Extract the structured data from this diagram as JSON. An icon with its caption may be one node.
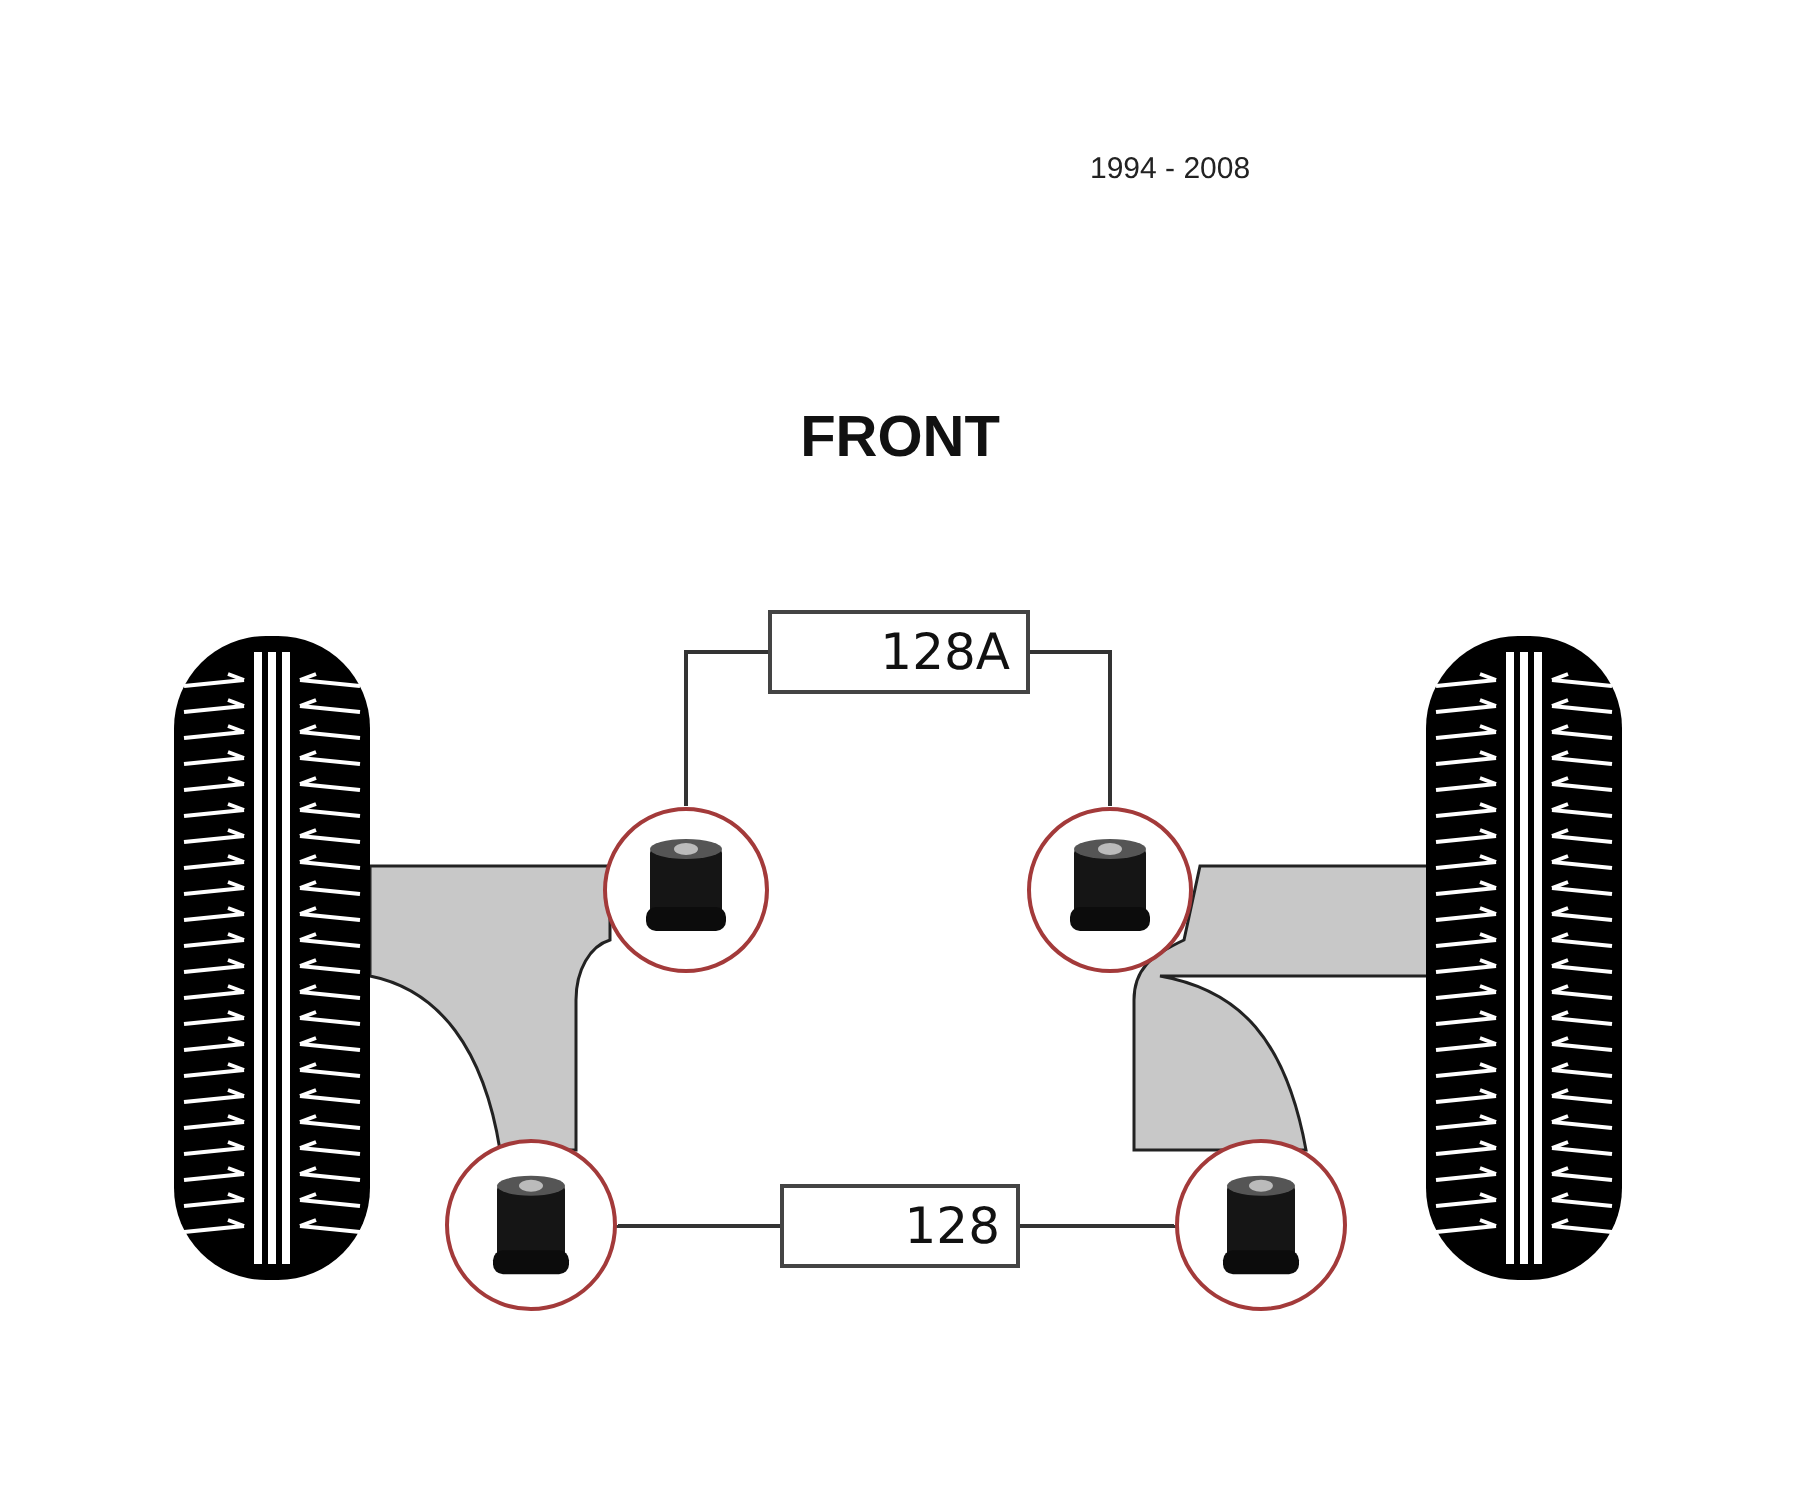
{
  "diagram": {
    "title": "FRONT",
    "nodes": [
      {
        "text": [
          "128A"
        ]
      },
      {
        "text": [],
        "shape": "picture"
      },
      {
        "text": [],
        "shape": "picture"
      },
      {
        "text": [],
        "shape": "picture"
      },
      {
        "text": [
          "128"
        ]
      },
      {
        "text": [],
        "shape": "picture"
      }
    ],
    "edges": [
      {
        "from": 0,
        "to": 1,
        "arrow": "none"
      },
      {
        "from": 0,
        "to": 2,
        "arrow": "none"
      },
      {
        "from": 4,
        "to": 3,
        "arrow": "none"
      },
      {
        "from": 4,
        "to": 5,
        "arrow": "none"
      }
    ],
    "labels": [
      "1994 - 2008"
    ]
  }
}
